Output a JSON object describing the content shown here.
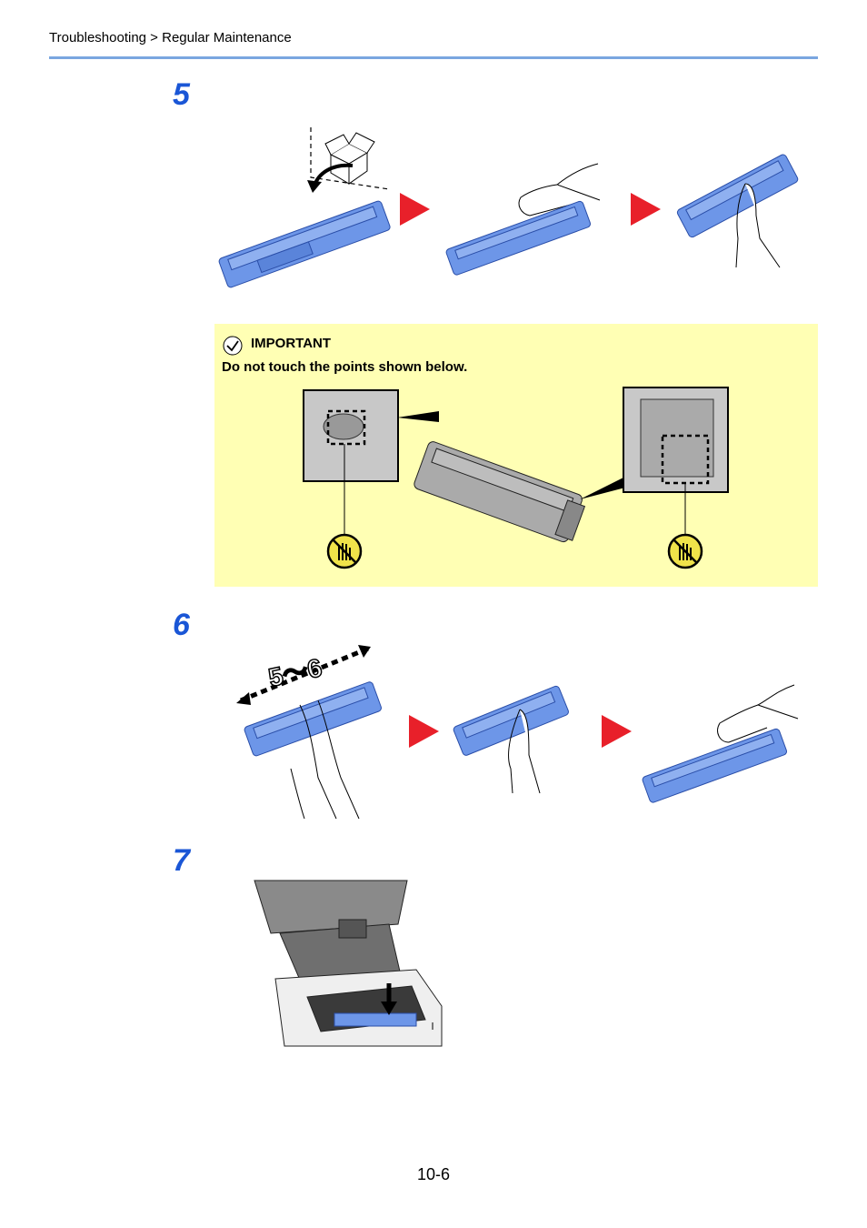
{
  "header": {
    "breadcrumb": "Troubleshooting > Regular Maintenance"
  },
  "steps": [
    {
      "number": "5"
    },
    {
      "number": "6",
      "shake_label": "5～6"
    },
    {
      "number": "7"
    }
  ],
  "important": {
    "title": "IMPORTANT",
    "text": "Do not touch the points shown below."
  },
  "footer": {
    "page_number": "10-6"
  },
  "colors": {
    "accent_blue": "#1a56d6",
    "rule_blue": "#7aa6e0",
    "arrow_red": "#e8202a",
    "toner_blue": "#6d96e8",
    "note_yellow": "#ffffb4"
  }
}
